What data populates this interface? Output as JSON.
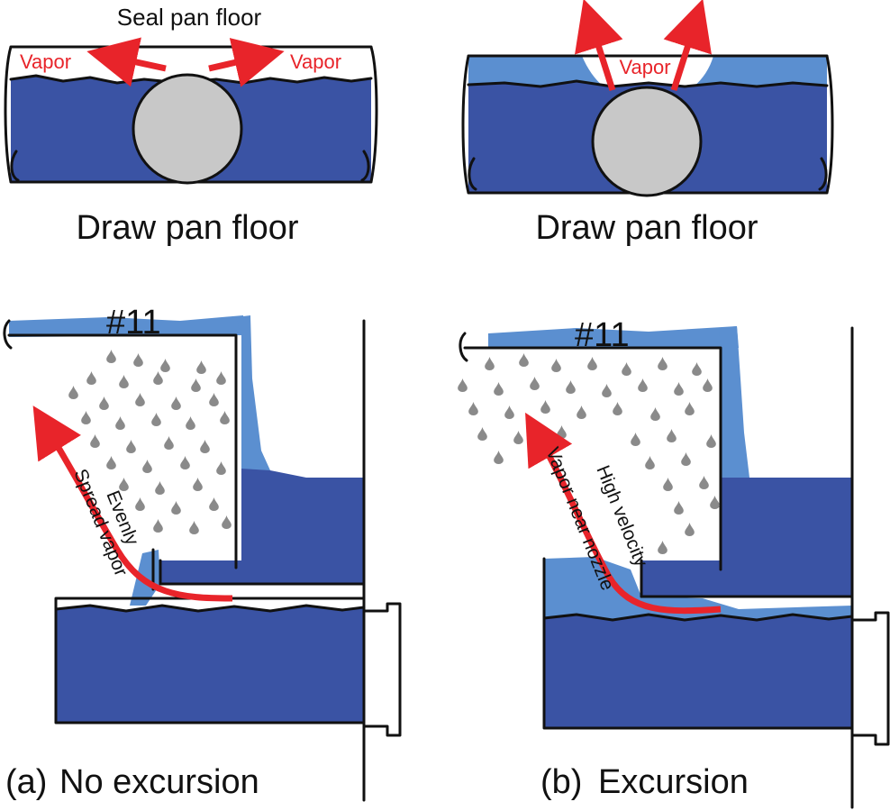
{
  "colors": {
    "liquid_dark": "#3A53A4",
    "liquid_light": "#5B8FD0",
    "vapor_arrow": "#E8242A",
    "droplet": "#8A8A8A",
    "pipe": "#C8C8C8",
    "outline": "#111111"
  },
  "top_left": {
    "label_seal": "Seal pan floor",
    "label_draw": "Draw pan floor",
    "vapor_left": "Vapor",
    "vapor_right": "Vapor"
  },
  "top_right": {
    "label_draw": "Draw pan floor",
    "vapor": "Vapor"
  },
  "panel_a": {
    "tray": "#11",
    "caption_letter": "(a)",
    "caption": "No excursion",
    "annot_line1": "Evenly",
    "annot_line2": "Spread vapor"
  },
  "panel_b": {
    "tray": "#11",
    "caption_letter": "(b)",
    "caption": "Excursion",
    "annot_line1": "High velocity",
    "annot_line2": "Vapor near nozzle"
  }
}
